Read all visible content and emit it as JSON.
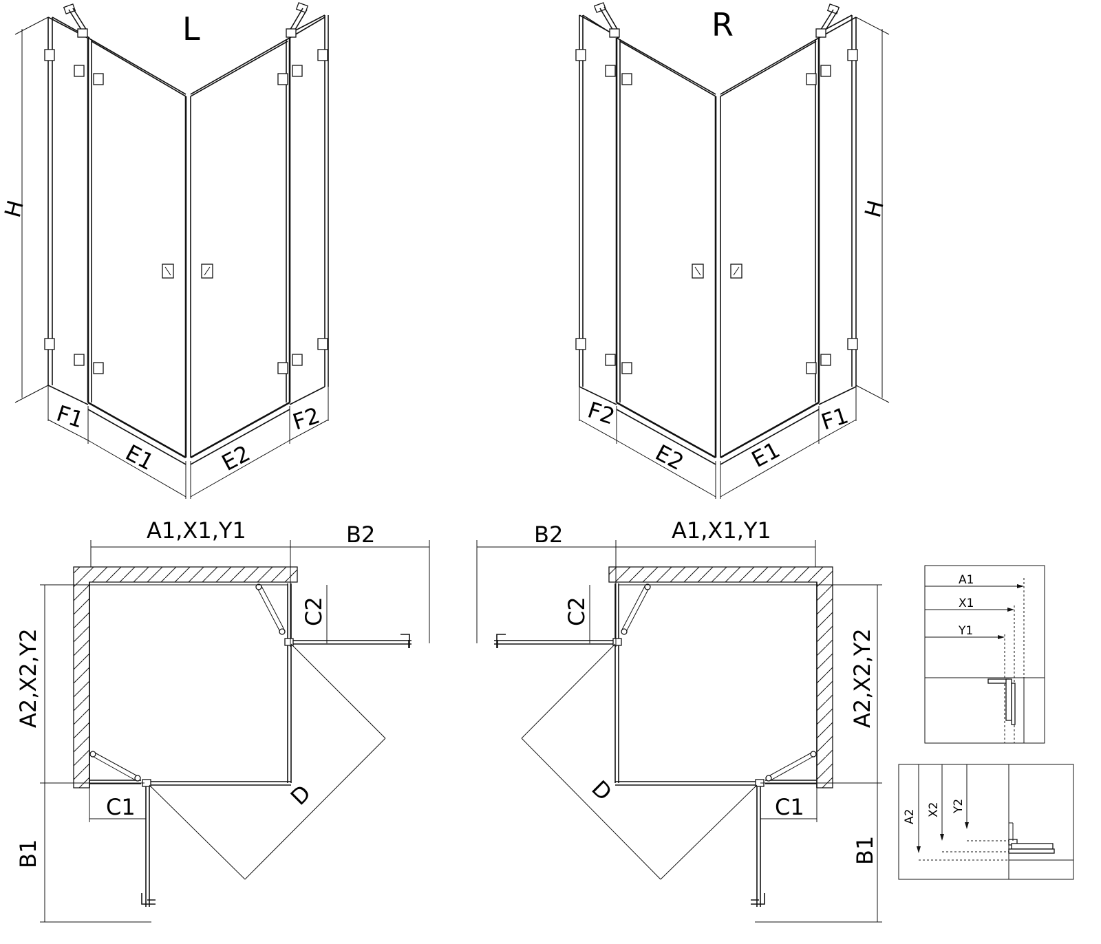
{
  "views": {
    "left_variant": {
      "title": "L",
      "labels": {
        "height": "H",
        "fixed_left": "F1",
        "fixed_right": "F2",
        "door_left": "E1",
        "door_right": "E2"
      }
    },
    "right_variant": {
      "title": "R",
      "labels": {
        "height": "H",
        "fixed_left": "F2",
        "fixed_right": "F1",
        "door_left": "E2",
        "door_right": "E1"
      }
    }
  },
  "plan_left": {
    "top_width": "A1,X1,Y1",
    "top_extension": "B2",
    "side_height": "A2,X2,Y2",
    "side_extension": "B1",
    "hinge_offset_top": "C2",
    "hinge_offset_bottom": "C1",
    "diagonal": "D"
  },
  "plan_right": {
    "top_width": "A1,X1,Y1",
    "top_extension": "B2",
    "side_height": "A2,X2,Y2",
    "side_extension": "B1",
    "hinge_offset_top": "C2",
    "hinge_offset_bottom": "C1",
    "diagonal": "D"
  },
  "detail_top": {
    "measures": [
      "A1",
      "X1",
      "Y1"
    ]
  },
  "detail_bottom": {
    "measures": [
      "A2",
      "X2",
      "Y2"
    ]
  }
}
